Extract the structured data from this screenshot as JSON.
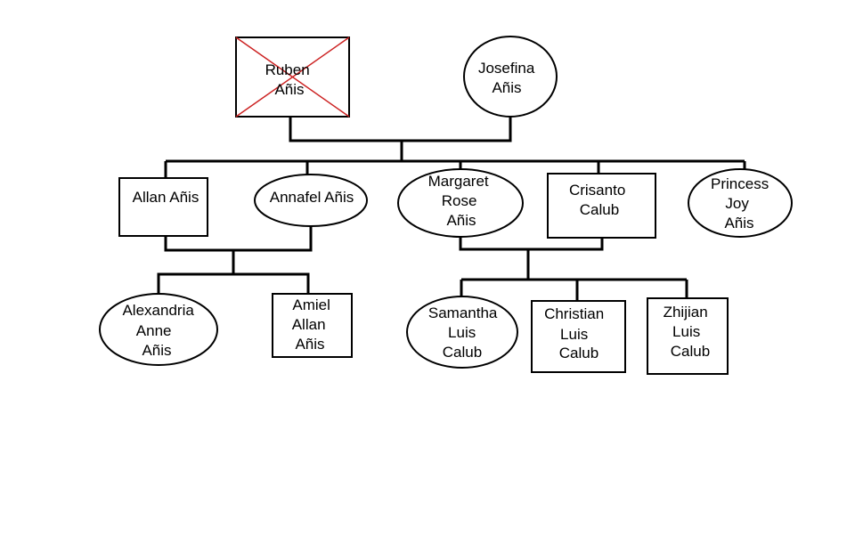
{
  "tree": {
    "people": {
      "ruben": {
        "lines": [
          "Ruben",
          "Añis"
        ],
        "shape": "rect",
        "deceased": true
      },
      "josefina": {
        "lines": [
          "Josefina",
          "Añis"
        ],
        "shape": "ellipse"
      },
      "allan": {
        "lines": [
          "Allan Añis"
        ],
        "shape": "rect"
      },
      "annafel": {
        "lines": [
          "Annafel Añis"
        ],
        "shape": "ellipse"
      },
      "margaret": {
        "lines": [
          "Margaret",
          "Rose",
          "Añis"
        ],
        "shape": "ellipse"
      },
      "crisanto": {
        "lines": [
          "Crisanto",
          "Calub"
        ],
        "shape": "rect"
      },
      "princess": {
        "lines": [
          "Princess",
          "Joy",
          "Añis"
        ],
        "shape": "ellipse"
      },
      "alexandria": {
        "lines": [
          "Alexandria",
          "Anne",
          "Añis"
        ],
        "shape": "ellipse"
      },
      "amiel": {
        "lines": [
          "Amiel",
          "Allan",
          "Añis"
        ],
        "shape": "rect"
      },
      "samantha": {
        "lines": [
          "Samantha",
          "Luis",
          "Calub"
        ],
        "shape": "ellipse"
      },
      "christian": {
        "lines": [
          "Christian",
          "Luis",
          "Calub"
        ],
        "shape": "rect"
      },
      "zhijian": {
        "lines": [
          "Zhijian",
          "Luis",
          "Calub"
        ],
        "shape": "rect"
      }
    },
    "colors": {
      "line": "#000000",
      "deceased_mark": "#cc2222",
      "background": "#ffffff"
    }
  }
}
